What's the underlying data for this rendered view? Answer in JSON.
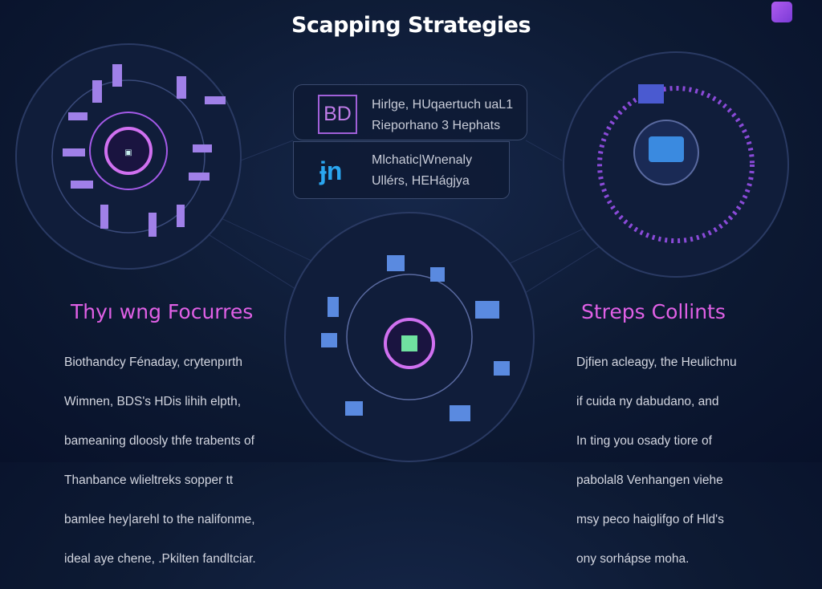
{
  "title": "Scapping Strategies",
  "info_card": {
    "row1": {
      "badge": "BD",
      "line1": "Hirlge, HUqaertuch uaL1",
      "line2": "Rieporhano 3 Hephats"
    },
    "row2": {
      "icon": "jn-logo-icon",
      "line1": "Mlchatic|Wnenaly",
      "line2": "Ullérs, HEHágjya"
    }
  },
  "left_section": {
    "heading": "Thyı wng Focurres",
    "lines": [
      "Biothandcy Fénaday, crytenpırth",
      "Wimnen, BDS's HDis lihih elpth,",
      "bameaning dloosly thfe trabents of",
      "Thanbance wlieltreks sopper tt",
      "bamlee hey|arehl to the nalifonme,",
      "ideal aye chene, .Pkilten fandltciar."
    ]
  },
  "right_section": {
    "heading": "Streps Collints",
    "lines": [
      "Djfien acleagy, the Heulichnu",
      "if cuida ny dabudano, and",
      "In ting you osady tiore of",
      "pabolal8 Venhangen viehe",
      "msy peco haiglifgo of Hld's",
      "ony sorhápse moha."
    ]
  },
  "colors": {
    "accent": "#e060e6",
    "cyan": "#2aa6f0",
    "bg": "#0d1a33"
  }
}
